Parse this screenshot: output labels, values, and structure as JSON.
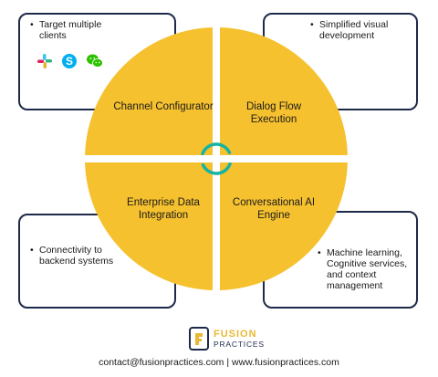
{
  "boxes": {
    "top_left": {
      "items": [
        "Target multiple clients"
      ],
      "icons": [
        "slack-icon",
        "skype-icon",
        "wechat-icon"
      ]
    },
    "top_right": {
      "items": [
        "Simplified visual development"
      ]
    },
    "bottom_left": {
      "items": [
        "Connectivity to backend systems"
      ]
    },
    "bottom_right": {
      "items": [
        "Machine learning, Cognitive services, and context management"
      ]
    }
  },
  "quadrants": [
    {
      "label": "Channel Configurator"
    },
    {
      "label": "Dialog Flow Execution"
    },
    {
      "label": "Enterprise Data Integration"
    },
    {
      "label": "Conversational AI Engine"
    }
  ],
  "colors": {
    "quadrant_fill": "#f6c12f",
    "box_border": "#1e2a4a",
    "center_arrows": "#17b3a3",
    "logo_yellow": "#e9b935",
    "logo_navy": "#1e2a4a"
  },
  "logo": {
    "word1": "FUSION",
    "word2": "PRACTICES"
  },
  "footer": {
    "text": "contact@fusionpractices.com  |  www.fusionpractices.com"
  }
}
